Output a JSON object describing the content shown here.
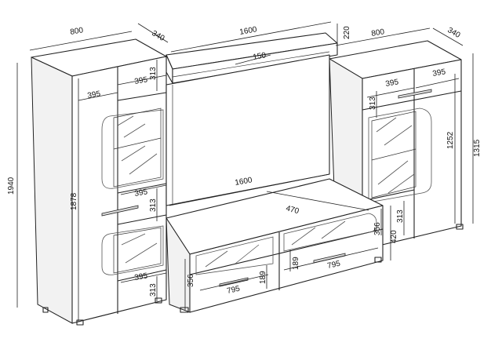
{
  "diagram": {
    "dimensions": {
      "left_width": "800",
      "left_depth": "340",
      "left_height": "1940",
      "left_inner_height": "1878",
      "left_door_width_a": "395",
      "left_door_width_b": "395",
      "left_top_313": "313",
      "left_mid_395": "395",
      "left_mid_313": "313",
      "left_bottom_395": "395",
      "left_bottom_313": "313",
      "bridge_width": "1600",
      "bridge_height": "220",
      "bridge_depth": "150",
      "right_width": "800",
      "right_depth": "340",
      "right_height": "1315",
      "right_inner_height": "1252",
      "right_door_width_a": "395",
      "right_door_width_b": "395",
      "right_top_313": "313",
      "right_bottom_313": "313",
      "tv_width": "1600",
      "tv_depth": "470",
      "tv_height": "420",
      "tv_side_356": "356",
      "tv_front_356": "356",
      "tv_drawer_189_a": "189",
      "tv_drawer_189_b": "189",
      "tv_drawer_795_a": "795",
      "tv_drawer_795_b": "795"
    }
  }
}
